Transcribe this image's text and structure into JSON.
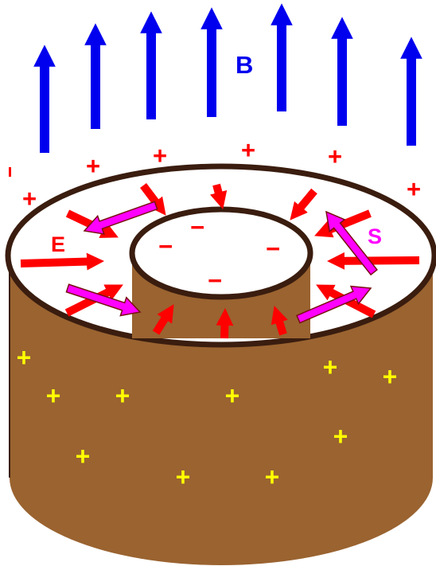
{
  "labels": {
    "magnetic_field": "B",
    "electric_field": "E",
    "poynting": "S"
  },
  "charges": {
    "outer_sign": "+",
    "inner_sign": "−",
    "body_sign": "+"
  },
  "colors": {
    "magnetic_arrow": "#0000ee",
    "electric_arrow": "#ff0000",
    "poynting_arrow": "#ff00ff",
    "poynting_outline": "#7a1010",
    "cylinder_body": "#9a6330",
    "cylinder_outline": "#3a1d0f",
    "top_face": "#ffffff",
    "body_charge": "#ffff00",
    "surface_charge": "#ff0000"
  }
}
